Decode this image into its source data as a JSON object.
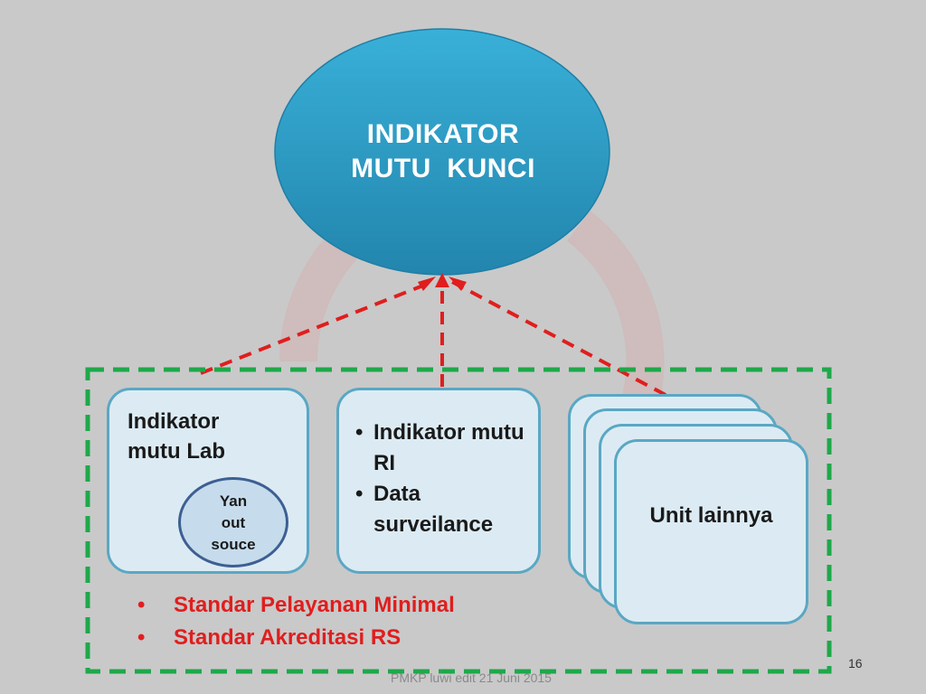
{
  "center": {
    "line1": "INDIKATOR",
    "line2": "MUTU  KUNCI"
  },
  "boxes": {
    "lab": {
      "title_line1": "Indikator",
      "title_line2": "mutu Lab",
      "circle_line1": "Yan",
      "circle_line2": "out",
      "circle_line3": "souce"
    },
    "ri": {
      "items": [
        "Indikator mutu RI",
        "Data surveilance"
      ]
    },
    "unit": {
      "label": "Unit lainnya"
    }
  },
  "standards": [
    "Standar Pelayanan Minimal",
    "Standar Akreditasi RS"
  ],
  "page_number": "16",
  "footer": "PMKP luwi edit 21 Juni 2015",
  "colors": {
    "background": "#c9c9c9",
    "ellipse": "#2f9ac4",
    "dashed_arrow": "#e01e1e",
    "dashed_frame": "#1fa84a",
    "box_fill": "#dcebf3",
    "box_border": "#5aa7c4",
    "standards_text": "#e01e1e"
  }
}
